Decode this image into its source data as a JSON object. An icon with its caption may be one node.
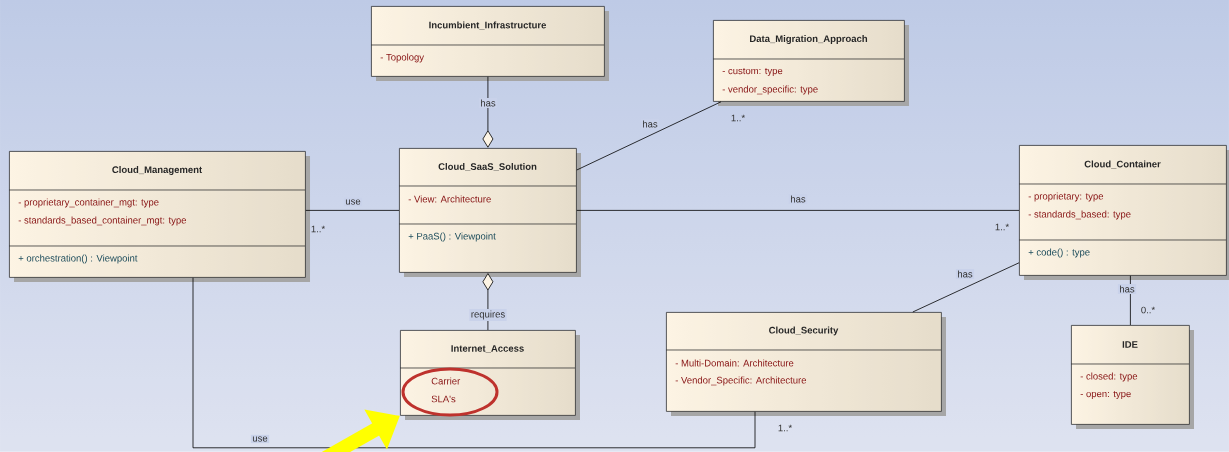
{
  "diagram": {
    "nodes": [
      {
        "text": [
          "Incumbient_Infrastructure",
          "- Topology"
        ]
      },
      {
        "text": [
          "Data_Migration_Approach",
          "- custom: type",
          "- vendor_specific: type"
        ]
      },
      {
        "text": [
          "Cloud_Management",
          "- proprietary_container_mgt: type",
          "- standards_based_container_mgt: type",
          "+ orchestration() : Viewpoint"
        ]
      },
      {
        "text": [
          "Cloud_SaaS_Solution",
          "- View: Architecture",
          "+ PaaS() : Viewpoint"
        ]
      },
      {
        "text": [
          "Cloud_Container",
          "- proprietary: type",
          "- standards_based: type",
          "+ code() : type"
        ]
      },
      {
        "text": [
          "Internet_Access",
          "Carrier",
          "SLA's"
        ]
      },
      {
        "text": [
          "Cloud_Security",
          "- Multi-Domain: Architecture",
          "- Vendor_Specific: Architecture"
        ]
      },
      {
        "text": [
          "IDE",
          "- closed: type",
          "- open: type"
        ]
      }
    ],
    "edges": [
      {
        "from": 0,
        "to": 3,
        "arrow": "other",
        "label": "has"
      },
      {
        "from": 3,
        "to": 1,
        "arrow": "none",
        "label": "has"
      },
      {
        "from": 2,
        "to": 3,
        "arrow": "none",
        "label": "use"
      },
      {
        "from": 3,
        "to": 4,
        "arrow": "none",
        "label": "has"
      },
      {
        "from": 5,
        "to": 3,
        "arrow": "other",
        "label": "requires"
      },
      {
        "from": 4,
        "to": 6,
        "arrow": "none",
        "label": "has"
      },
      {
        "from": 4,
        "to": 7,
        "arrow": "none",
        "label": "has"
      },
      {
        "from": 2,
        "to": 6,
        "arrow": "none",
        "label": "use"
      },
      {
        "from": null,
        "to": 5,
        "arrow": "to",
        "style": "thick",
        "color": "#ffff00"
      }
    ],
    "labels": [
      "1..*",
      "1..*",
      "1..*",
      "0..*",
      "1..*"
    ]
  }
}
